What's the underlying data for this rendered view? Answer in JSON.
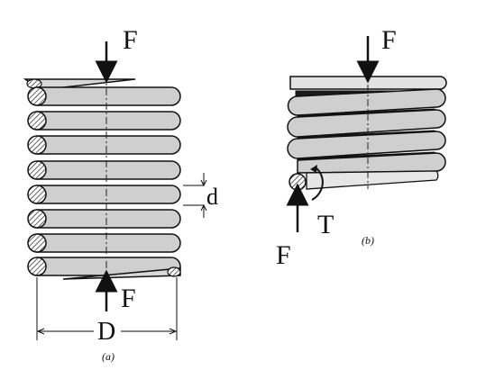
{
  "figure_a": {
    "force_top": "F",
    "force_bottom": "F",
    "wire_diameter_label": "d",
    "coil_diameter_label": "D",
    "caption": "(a)"
  },
  "figure_b": {
    "force_top": "F",
    "force_bottom": "F",
    "torque_label": "T",
    "caption": "(b)"
  },
  "colors": {
    "ink": "#111111",
    "coil_fill": "#cfcfcf",
    "coil_dark": "#1a1a1a"
  }
}
